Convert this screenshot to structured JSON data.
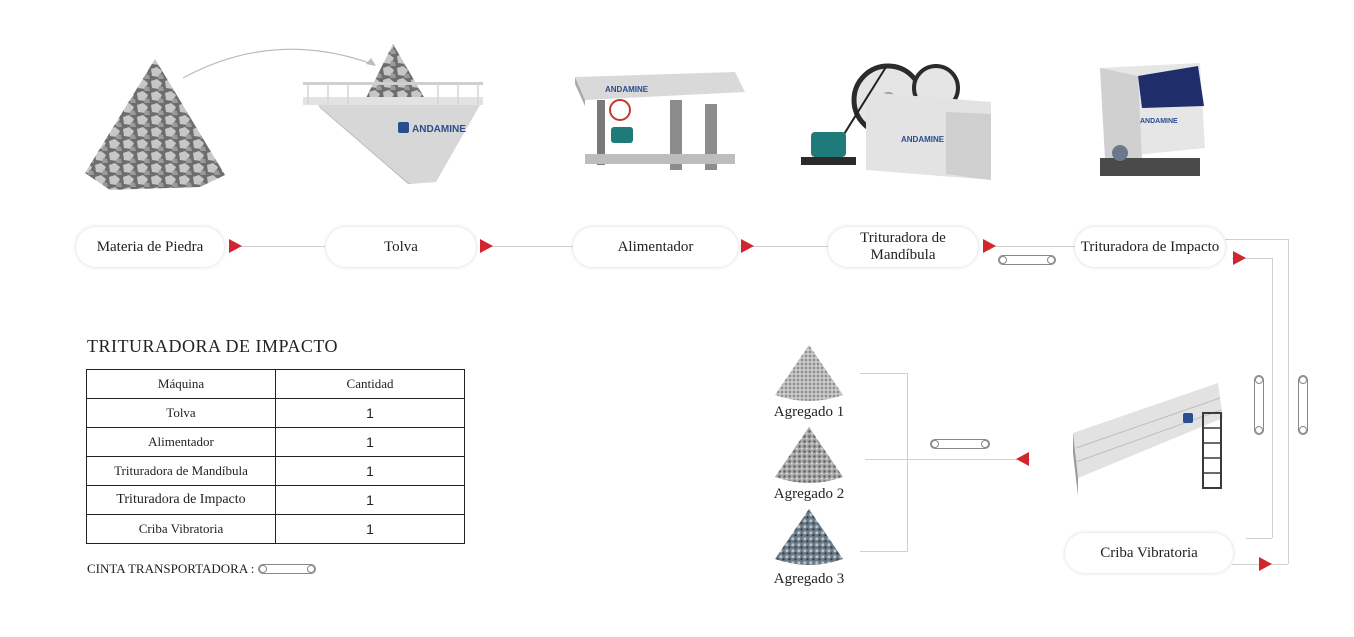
{
  "flow": {
    "stages": [
      {
        "label": "Materia de Piedra"
      },
      {
        "label": "Tolva"
      },
      {
        "label": "Alimentador"
      },
      {
        "label": "Trituradora de Mandíbula"
      },
      {
        "label": "Trituradora de Impacto"
      },
      {
        "label": "Criba Vibratoria"
      }
    ],
    "products": [
      {
        "label": "Agregado 1"
      },
      {
        "label": "Agregado 2"
      },
      {
        "label": "Agregado 3"
      }
    ]
  },
  "brand": {
    "logo_text": "ANDAMINE"
  },
  "summary": {
    "title": "TRITURADORA DE IMPACTO",
    "headers": [
      "Máquina",
      "Cantidad"
    ],
    "rows": [
      {
        "machine": "Tolva",
        "qty": "1"
      },
      {
        "machine": "Alimentador",
        "qty": "1"
      },
      {
        "machine": "Trituradora de Mandíbula",
        "qty": "1"
      },
      {
        "machine": "Trituradora de Impacto",
        "qty": "1"
      },
      {
        "machine": "Criba Vibratoria",
        "qty": "1"
      }
    ],
    "legend_label": "CINTA TRANSPORTADORA :"
  },
  "colors": {
    "accent": "#d1262d",
    "line": "#cfcfcf",
    "machine_gray": "#c9c9c9",
    "motor_teal": "#1f7a7a"
  }
}
